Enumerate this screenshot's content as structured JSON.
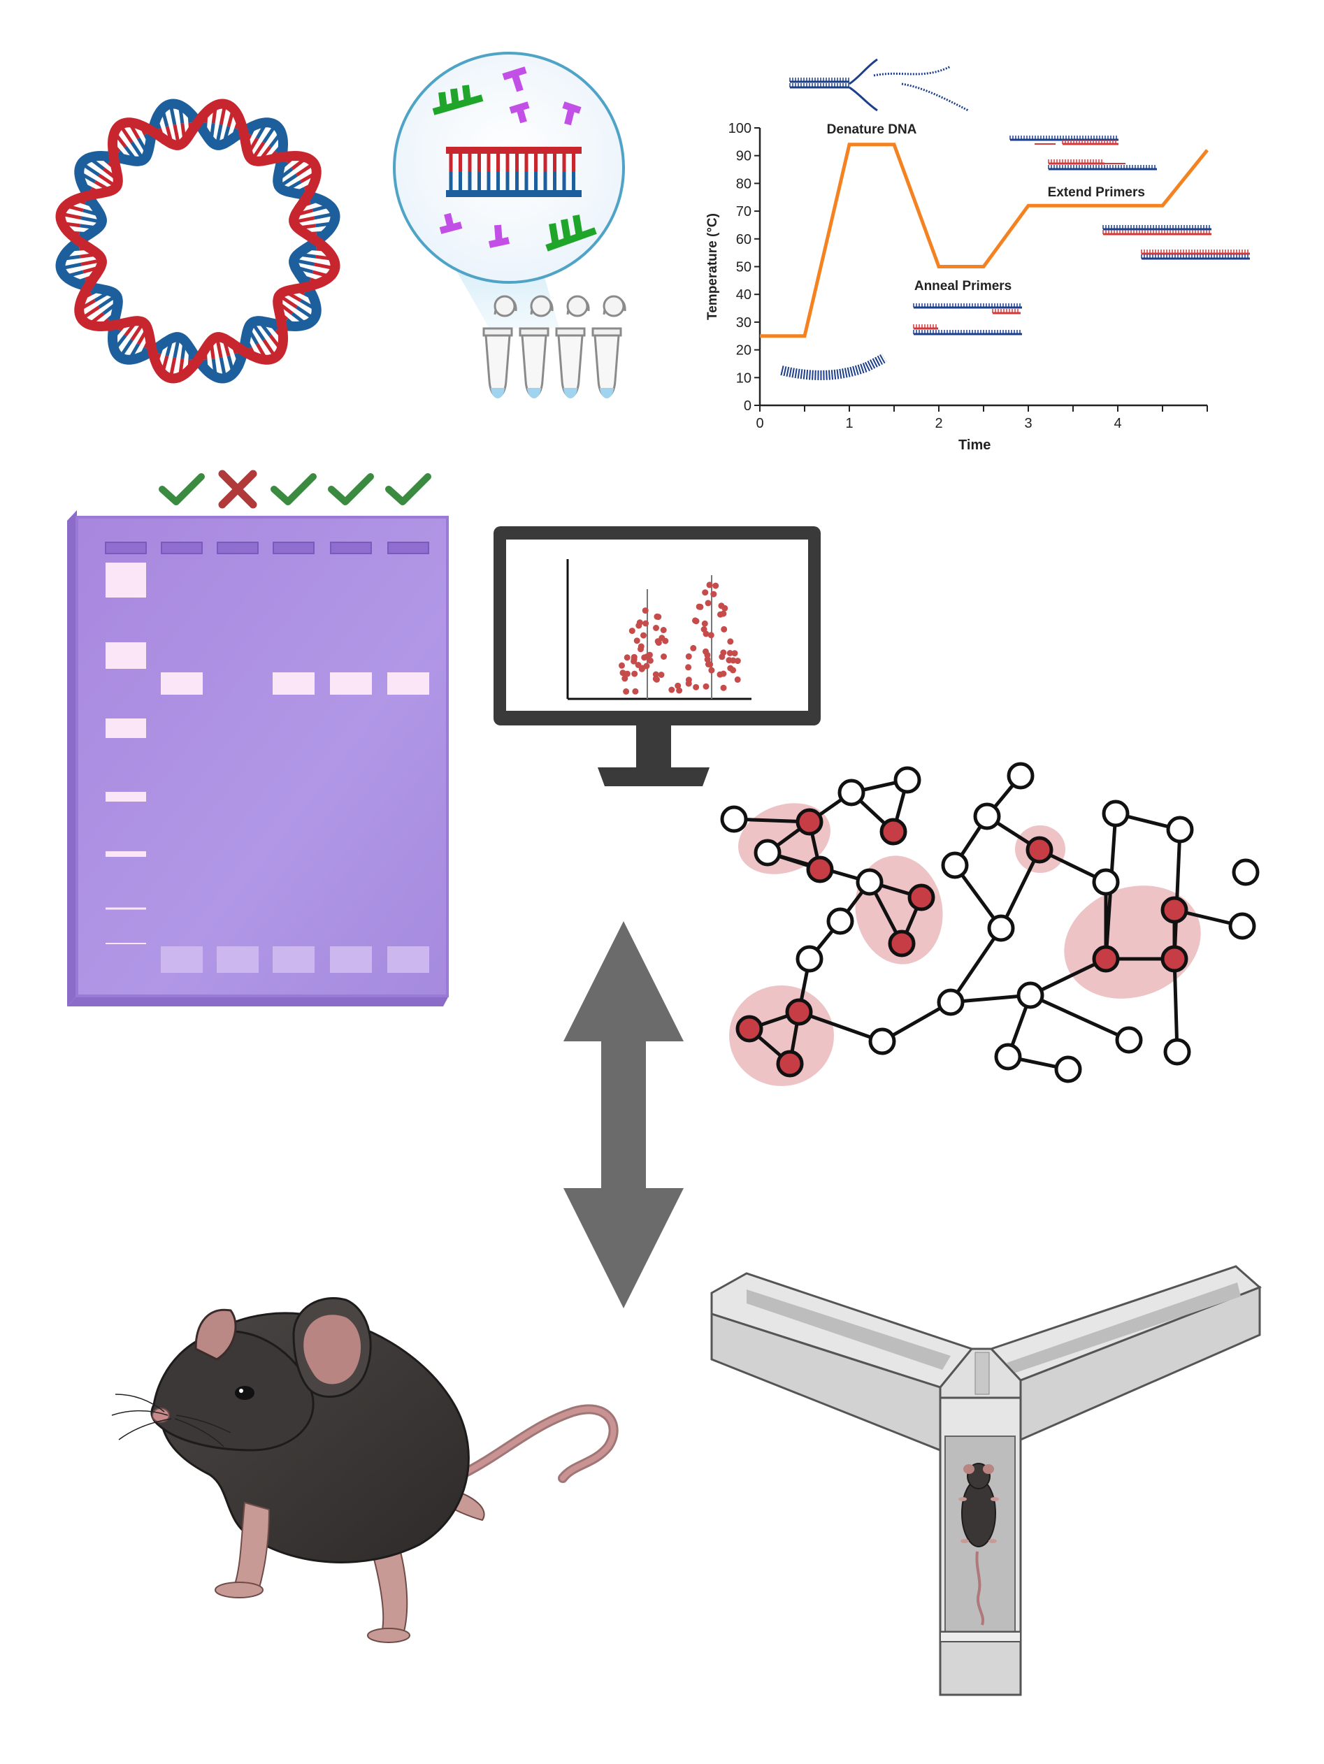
{
  "pcr_chart": {
    "type": "line",
    "ylabel": "Temperature (°C)",
    "xlabel": "Time",
    "ylim": [
      0,
      100
    ],
    "xlim": [
      0,
      5
    ],
    "y_ticks": [
      "0",
      "10",
      "20",
      "30",
      "40",
      "50",
      "60",
      "70",
      "80",
      "90",
      "100"
    ],
    "x_ticks": [
      "0",
      "1",
      "2",
      "3",
      "4"
    ],
    "stage_labels": {
      "denature": "Denature DNA",
      "anneal": "Anneal Primers",
      "extend": "Extend Primers"
    },
    "line_color": "#f58220"
  },
  "chart_data": {
    "type": "line",
    "x": [
      0,
      0.5,
      1,
      1.5,
      2,
      2.5,
      3,
      4.5,
      5
    ],
    "series": [
      {
        "values": [
          25,
          25,
          94,
          94,
          50,
          50,
          72,
          72,
          92
        ]
      }
    ],
    "ylim": [
      0,
      100
    ],
    "xlim": [
      0,
      5
    ]
  },
  "gel": {
    "lane_status": [
      "check",
      "cross",
      "check",
      "check",
      "check"
    ],
    "check_color": "#3a8a3f",
    "cross_color": "#b03a3a",
    "gel_color": "#a98ce0"
  },
  "colors": {
    "dna_red": "#c8262f",
    "dna_blue": "#1d5f9c",
    "arrow": "#6b6b6b",
    "node_red": "#c63d45",
    "cluster_fill": "#e8b4b8"
  },
  "icons": [
    "plasmid-icon",
    "primer-tubes-icon",
    "monitor-icon",
    "network-icon",
    "double-arrow-icon",
    "mouse-icon",
    "y-maze-icon"
  ]
}
